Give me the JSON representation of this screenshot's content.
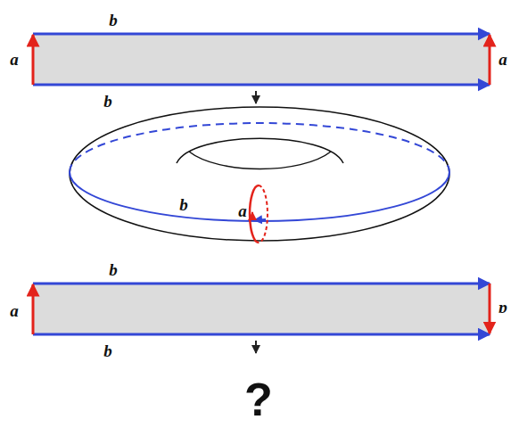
{
  "diagram": {
    "labels": [
      "b",
      "a",
      "a",
      "b",
      "b",
      "a",
      "b",
      "a",
      "a",
      "b",
      "?"
    ]
  }
}
